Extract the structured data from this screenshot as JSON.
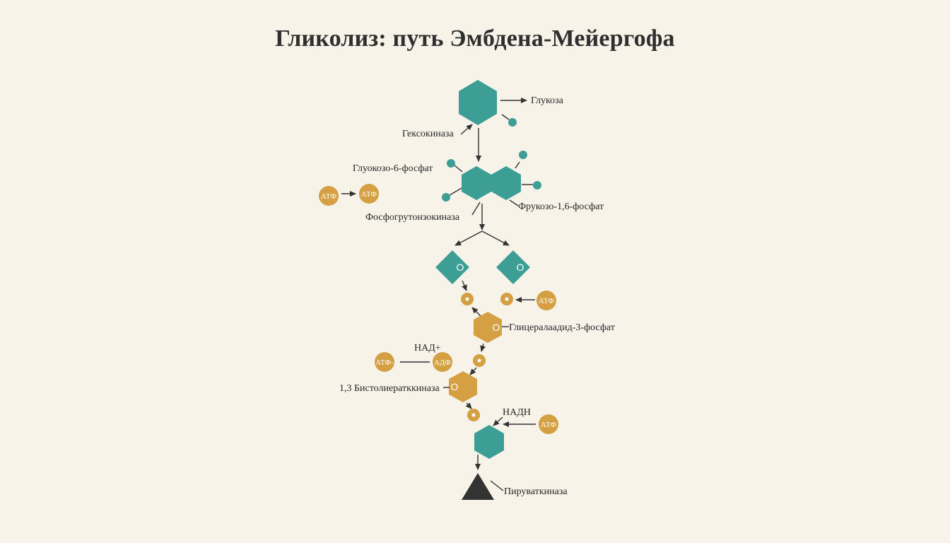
{
  "title": "Гликолиз: путь Эмбдена-Мейергофа",
  "colors": {
    "teal": "#3d9e96",
    "gold": "#d4a043",
    "dark": "#333333",
    "background": "#f8f3e8"
  },
  "labels": {
    "glucose": "Глукоза",
    "hexokinase": "Гексокиназа",
    "glucose6p": "Глуокозо-6-фосфат",
    "fructose16bp": "Фрукозо-1,6-фосфат",
    "pfk": "Фосфогрутонзокиназа",
    "g3p": "Глицералаадид-3-фосфат",
    "nad_plus": "НАД+",
    "bpg_kinase": "1,3 Бистолиератккиназа",
    "nadh": "НАДН",
    "pyruvate_kinase": "Пируваткиназа"
  },
  "circles": {
    "atf": "АТФ",
    "adf": "АДФ",
    "atf_dash": "АТФ-"
  },
  "glyphs": {
    "o": "O"
  }
}
